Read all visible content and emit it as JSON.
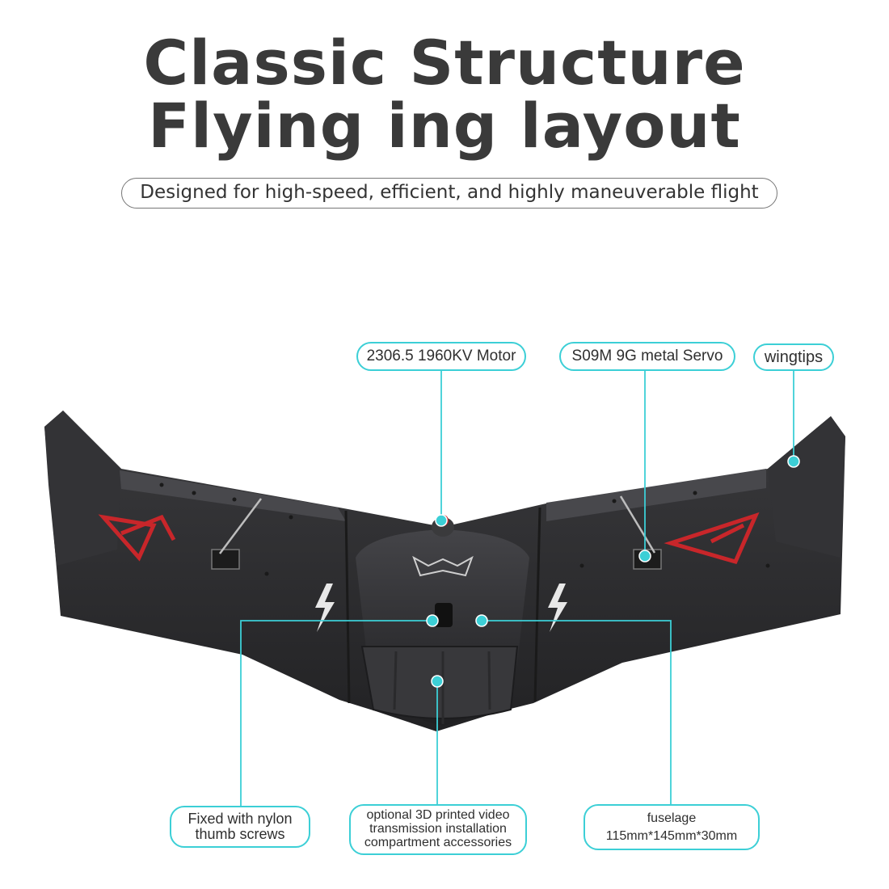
{
  "header": {
    "title_line1": "Classic Structure",
    "title_line2": "Flying ing layout",
    "subtitle": "Designed for high-speed, efficient, and highly maneuverable flight"
  },
  "callouts": {
    "motor": "2306.5 1960KV Motor",
    "servo": "S09M 9G metal Servo",
    "wingtips": "wingtips",
    "nylon_screws": "Fixed with nylon\nthumb screws",
    "video_compartment": "optional 3D printed video\ntransmission installation\ncompartment accessories",
    "fuselage": "fuselage\n115mm*145mm*30mm"
  },
  "colors": {
    "accent": "#3ccfd6",
    "title_text": "#3a3a3a",
    "wing_body": "#2b2b2d",
    "wing_highlight": "#4a4a4e",
    "decal_red": "#c8262a"
  },
  "icons": [
    "lightning-icon",
    "bat-logo-icon"
  ]
}
